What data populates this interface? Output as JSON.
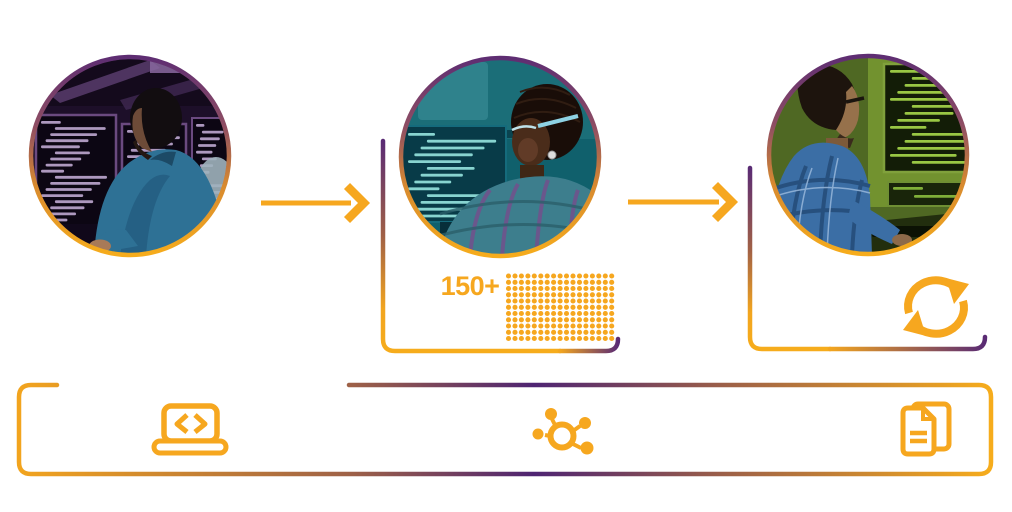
{
  "palette": {
    "amber": "#F6A71F",
    "purple": "#54286F",
    "transition_brown": "#9E6147",
    "background": "#FFFFFF"
  },
  "stats": {
    "license_count": "150+",
    "dot_grid": {
      "rows": 11,
      "cols": 17,
      "color": "#F6A71F"
    }
  },
  "steps": [
    {
      "name": "step-1-develop",
      "photo_desc": "developer in blue jacket working at multiple dark monitors with purple-lit code"
    },
    {
      "name": "step-2-build",
      "photo_desc": "woman with glasses reviewing code on a teal screen",
      "stat_ref": "150+ dot grid"
    },
    {
      "name": "step-3-operate",
      "photo_desc": "engineer in plaid shirt monitoring green code screens",
      "icon": "sync-icon"
    }
  ],
  "icons": [
    "laptop-code-icon",
    "hub-icon",
    "sync-icon",
    "documents-icon"
  ]
}
